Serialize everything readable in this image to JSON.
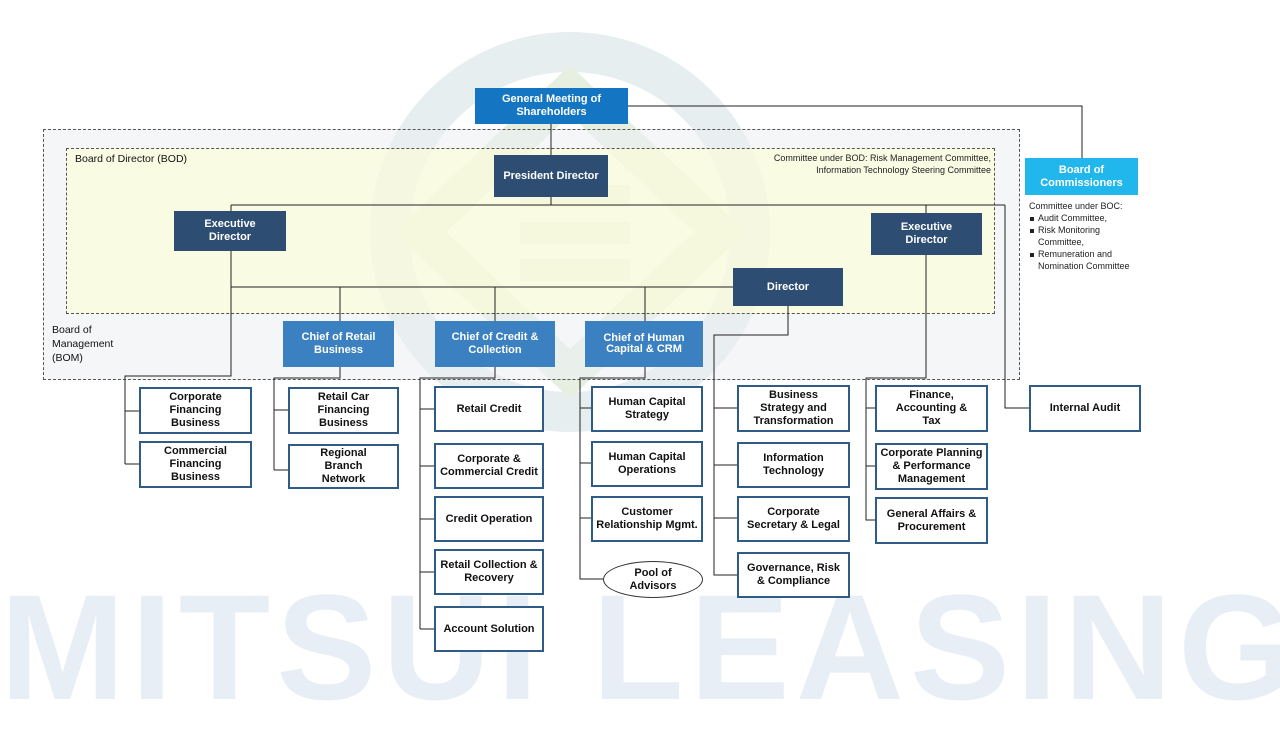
{
  "watermark": {
    "text": "MITSUI LEASING"
  },
  "labels": {
    "bod": "Board of Director (BOD)",
    "bom_line1": "Board of",
    "bom_line2": "Management",
    "bom_line3": "(BOM)",
    "bod_committee_line1": "Committee under BOD: Risk Management Committee,",
    "bod_committee_line2": "Information Technology Steering Committee"
  },
  "boc_committees": {
    "title": "Committee under BOC:",
    "items": [
      "Audit Committee,",
      "Risk Monitoring Committee,",
      "Remuneration and Nomination Committee"
    ]
  },
  "nodes": {
    "gms": "General Meeting of Shareholders",
    "boc": "Board of Commissioners",
    "president": "President Director",
    "exec_left": "Executive Director",
    "exec_right": "Executive Director",
    "director": "Director",
    "chief_retail": "Chief of Retail Business",
    "chief_credit": "Chief of Credit & Collection",
    "chief_hc": "Chief of Human Capital & CRM",
    "corp_fin": "Corporate Financing Business",
    "comm_fin": "Commercial Financing Business",
    "retail_car": "Retail Car Financing Business",
    "regional": "Regional Branch Network",
    "retail_credit": "Retail Credit",
    "corp_comm_credit": "Corporate & Commercial Credit",
    "credit_op": "Credit Operation",
    "retail_collection": "Retail Collection & Recovery",
    "account_solution": "Account Solution",
    "hc_strategy": "Human Capital Strategy",
    "hc_operations": "Human Capital Operations",
    "crm": "Customer Relationship Mgmt.",
    "pool_advisors": "Pool of Advisors",
    "biz_strategy": "Business Strategy and Transformation",
    "it": "Information Technology",
    "corp_sec": "Corporate Secretary & Legal",
    "governance": "Governance, Risk & Compliance",
    "finance": "Finance, Accounting & Tax",
    "corp_planning": "Corporate Planning & Performance Management",
    "general_affairs": "General Affairs & Procurement",
    "internal_audit": "Internal Audit"
  },
  "colors": {
    "dark_box": "#2e4d72",
    "mid_box": "#3b80c0",
    "gms_box": "#1475c3",
    "boc_box": "#21b6ec",
    "bod_fill": "#ffffd2",
    "bom_fill": "#ebeff3",
    "unit_border": "#2e5c86"
  }
}
